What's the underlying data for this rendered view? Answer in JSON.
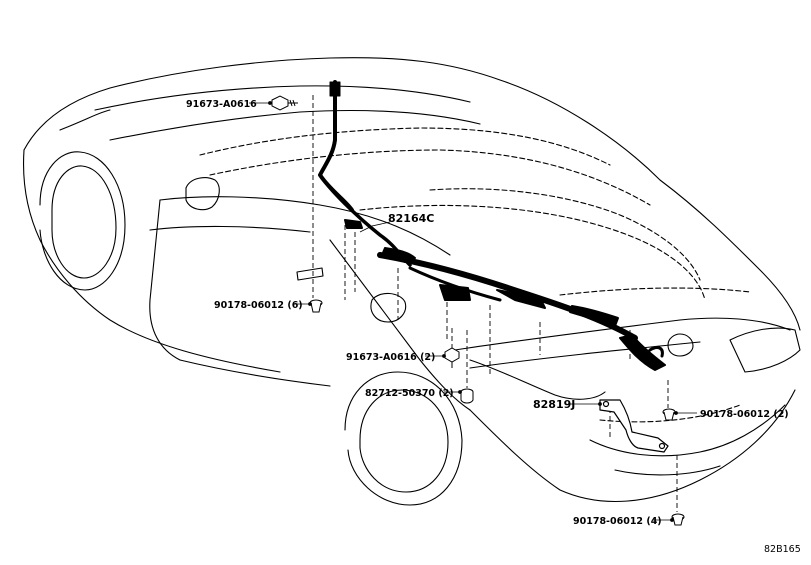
{
  "labels": {
    "bolt_top": "91673-A0616",
    "clip_left": "90178-06012 (6)",
    "bolt_mid": "91673-A0616 (2)",
    "nut_mid": "82712-50370 (2)",
    "harness_main": "82164C",
    "bracket": "82819J",
    "clip_right": "90178-06012 (2)",
    "clip_bottom": "90178-06012 (4)"
  },
  "figure_ref": "82B165"
}
